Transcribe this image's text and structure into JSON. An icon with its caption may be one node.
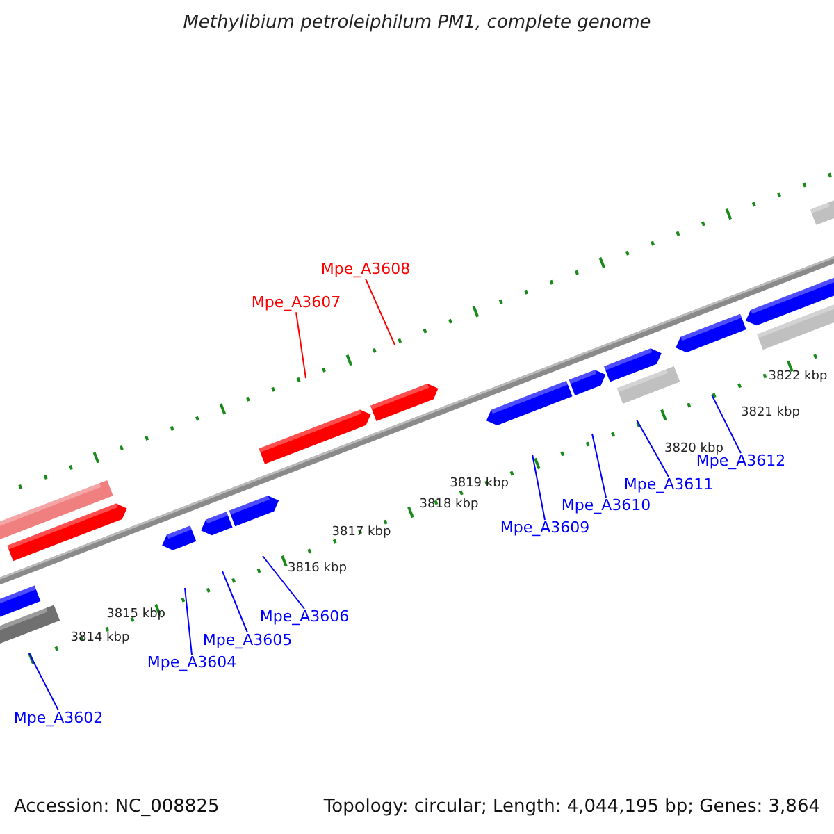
{
  "diagram": {
    "title": "Methylibium petroleiphilum PM1, complete genome",
    "nodes": [
      {
        "text": [
          "Mpe_A3607"
        ]
      },
      {
        "text": [
          "Mpe_A3608"
        ]
      },
      {
        "text": [
          "Mpe_A3602"
        ]
      },
      {
        "text": [
          "Mpe_A3604"
        ]
      },
      {
        "text": [
          "Mpe_A3605"
        ]
      },
      {
        "text": [
          "Mpe_A3606"
        ]
      },
      {
        "text": [
          "Mpe_A3609"
        ]
      },
      {
        "text": [
          "Mpe_A3610"
        ]
      },
      {
        "text": [
          "Mpe_A3611"
        ]
      },
      {
        "text": [
          "Mpe_A3612"
        ]
      }
    ],
    "edges": [
      {
        "from": 0,
        "to": null,
        "arrow": "none",
        "color": "#ff0000"
      },
      {
        "from": 1,
        "to": null,
        "arrow": "none",
        "color": "#ff0000"
      },
      {
        "from": 2,
        "to": null,
        "arrow": "none"
      },
      {
        "from": 3,
        "to": null,
        "arrow": "none"
      },
      {
        "from": 4,
        "to": null,
        "arrow": "none"
      },
      {
        "from": 5,
        "to": null,
        "arrow": "none"
      },
      {
        "from": 6,
        "to": null,
        "arrow": "none"
      },
      {
        "from": 7,
        "to": null,
        "arrow": "none"
      },
      {
        "from": 8,
        "to": null,
        "arrow": "none"
      },
      {
        "from": 9,
        "to": null,
        "arrow": "none"
      }
    ],
    "labels": [
      "3814 kbp",
      "3815 kbp",
      "3816 kbp",
      "3817 kbp",
      "3818 kbp",
      "3819 kbp",
      "3820 kbp",
      "3821 kbp",
      "3822 kbp",
      "Accession: NC_008825",
      "Topology: circular; Length: 4,044,195 bp; Genes: 3,864"
    ]
  }
}
